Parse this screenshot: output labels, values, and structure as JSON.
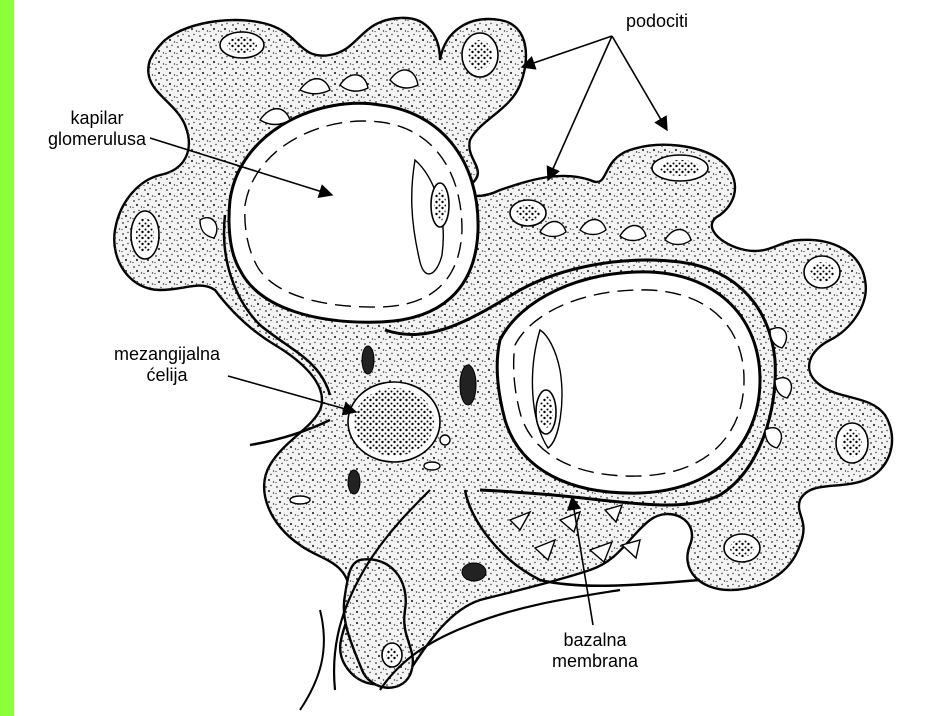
{
  "labels": {
    "podociti": "podociti",
    "kapilar_line1": "kapilar",
    "kapilar_line2": "glomerulusa",
    "mezang_line1": "mezangijalna",
    "mezang_line2": "ćelija",
    "bazalna_line1": "bazalna",
    "bazalna_line2": "membrana"
  },
  "colors": {
    "side_bar": "#8cff3a",
    "ink": "#000000",
    "cytoplasm": "#f3f3f3",
    "lumen": "#ffffff"
  }
}
